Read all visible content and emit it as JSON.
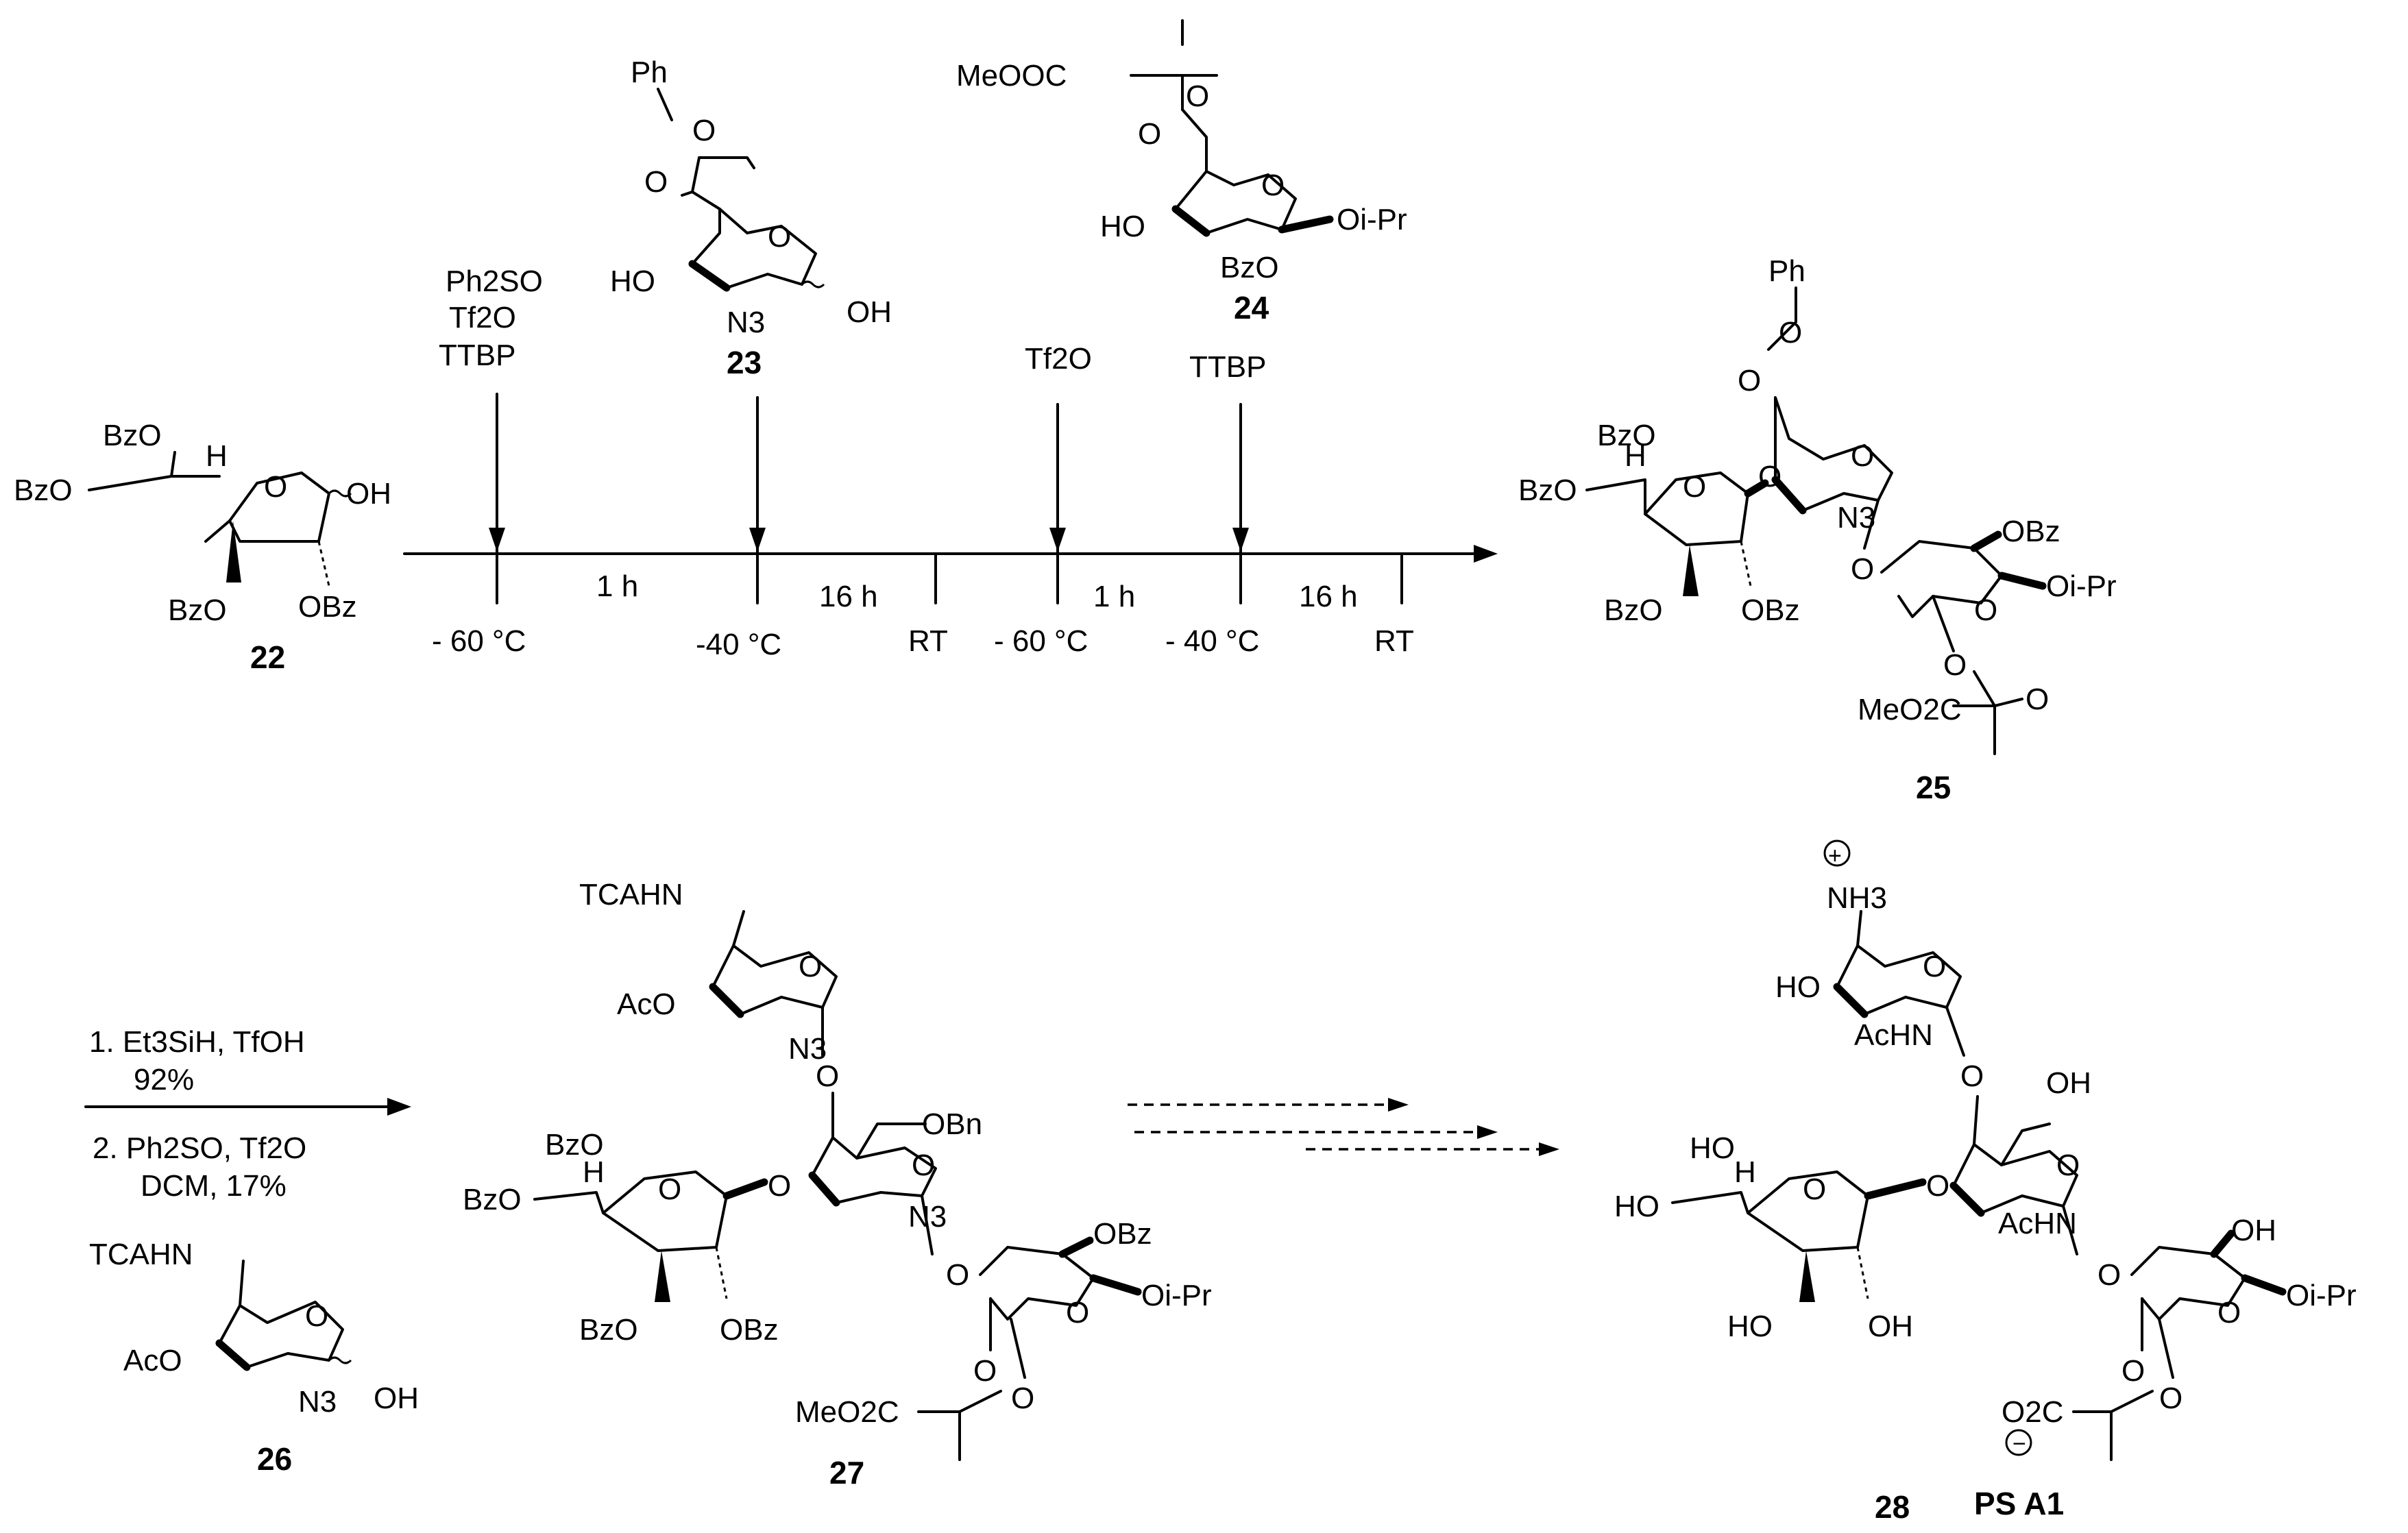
{
  "compounds": {
    "c22": {
      "label": "22",
      "groups": [
        "BzO",
        "BzO",
        "H",
        "OH",
        "BzO",
        "OBz"
      ]
    },
    "c23": {
      "label": "23",
      "groups": [
        "Ph",
        "O",
        "O",
        "O",
        "HO",
        "N3",
        "OH"
      ]
    },
    "c24": {
      "label": "24",
      "groups": [
        "MeOOC",
        "O",
        "O",
        "O",
        "HO",
        "BzO",
        "Oi-Pr"
      ]
    },
    "c25": {
      "label": "25",
      "groups": [
        "Ph",
        "O",
        "O",
        "O",
        "BzO",
        "BzO",
        "H",
        "O",
        "O",
        "N3",
        "BzO",
        "OBz",
        "O",
        "OBz",
        "Oi-Pr",
        "O",
        "O",
        "O",
        "MeO2C"
      ]
    },
    "c26": {
      "label": "26",
      "groups": [
        "TCAHN",
        "O",
        "AcO",
        "N3",
        "OH"
      ]
    },
    "c27": {
      "label": "27",
      "groups": [
        "TCAHN",
        "O",
        "AcO",
        "N3",
        "O",
        "OBn",
        "O",
        "BzO",
        "BzO",
        "H",
        "O",
        "O",
        "N3",
        "BzO",
        "OBz",
        "O",
        "OBz",
        "Oi-Pr",
        "O",
        "O",
        "O",
        "MeO2C"
      ]
    },
    "c28": {
      "label": "28",
      "name": "PS A1",
      "groups": [
        "NH3",
        "O",
        "HO",
        "AcHN",
        "O",
        "OH",
        "O",
        "HO",
        "HO",
        "H",
        "O",
        "O",
        "AcHN",
        "HO",
        "OH",
        "O",
        "OH",
        "Oi-Pr",
        "O",
        "O",
        "O",
        "O2C"
      ]
    }
  },
  "timeline": {
    "reagents_1": [
      "Ph2SO",
      "Tf2O",
      "TTBP"
    ],
    "reagent_tf2o": "Tf2O",
    "reagent_ttbp": "TTBP",
    "temperatures": [
      "- 60 °C",
      "-40 °C",
      "RT",
      "- 60 °C",
      "- 40 °C",
      "RT"
    ],
    "durations": [
      "1 h",
      "16 h",
      "1 h",
      "16 h"
    ]
  },
  "second_step": {
    "step1_line1": "1. Et3SiH, TfOH",
    "step1_yield": "92%",
    "step2_line1": "2. Ph2SO, Tf2O",
    "step2_line2": "DCM, 17%"
  }
}
